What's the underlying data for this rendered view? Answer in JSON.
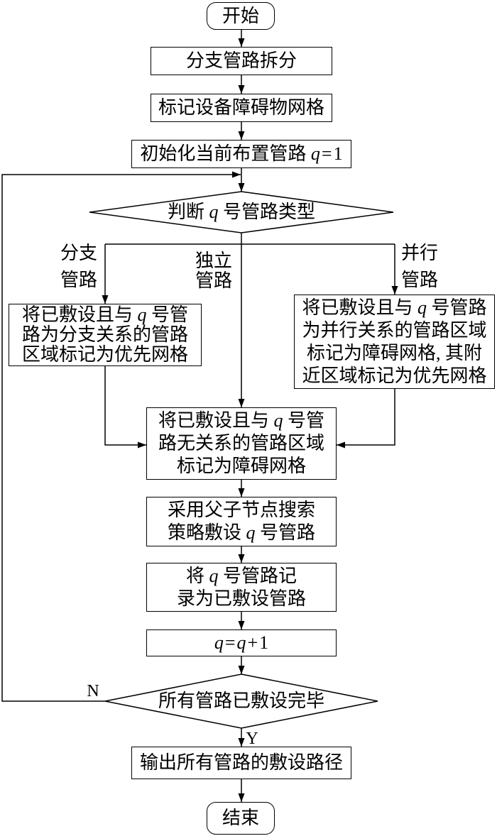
{
  "start": {
    "label": "开始"
  },
  "split_step": {
    "label": "分支管路拆分"
  },
  "mark_step": {
    "label": "标记设备障碍物网格"
  },
  "init_step": {
    "segments": [
      "初始化当前布置管路 ",
      "q",
      "=",
      "1"
    ]
  },
  "type_decision": {
    "segments": [
      "判断 ",
      "q",
      " 号管路类型"
    ]
  },
  "branch_labels": {
    "branch": [
      "分支",
      "管路"
    ],
    "independent": [
      "独立",
      "管路"
    ],
    "parallel": [
      "并行",
      "管路"
    ]
  },
  "branch_box": {
    "lines": [
      [
        "将已敷设且与 ",
        "q",
        " 号管"
      ],
      [
        "路为分支关系的管路"
      ],
      [
        "区域标记为优先网格"
      ]
    ]
  },
  "parallel_box": {
    "lines": [
      [
        "将已敷设且与 ",
        "q",
        " 号管路"
      ],
      [
        "为并行关系的管路区域"
      ],
      [
        "标记为障碍网格, 其附"
      ],
      [
        "近区域标记为优先网格"
      ]
    ]
  },
  "independent_box": {
    "lines": [
      [
        "将已敷设且与 ",
        "q",
        " 号管"
      ],
      [
        "路无关系的管路区域"
      ],
      [
        "标记为障碍网格"
      ]
    ]
  },
  "search_step": {
    "lines": [
      [
        "采用父子节点搜索"
      ],
      [
        "策略敷设 ",
        "q",
        " 号管路"
      ]
    ]
  },
  "record_step": {
    "lines": [
      [
        "将 ",
        "q",
        " 号管路记"
      ],
      [
        "录为已敷设管路"
      ]
    ]
  },
  "increment_step": {
    "segments": [
      "q",
      "=",
      "q",
      "+",
      "1"
    ]
  },
  "done_decision": {
    "label": "所有管路已敷设完毕"
  },
  "edge_labels": {
    "no": "N",
    "yes": "Y"
  },
  "output_step": {
    "label": "输出所有管路的敷设路径"
  },
  "end": {
    "label": "结束"
  }
}
